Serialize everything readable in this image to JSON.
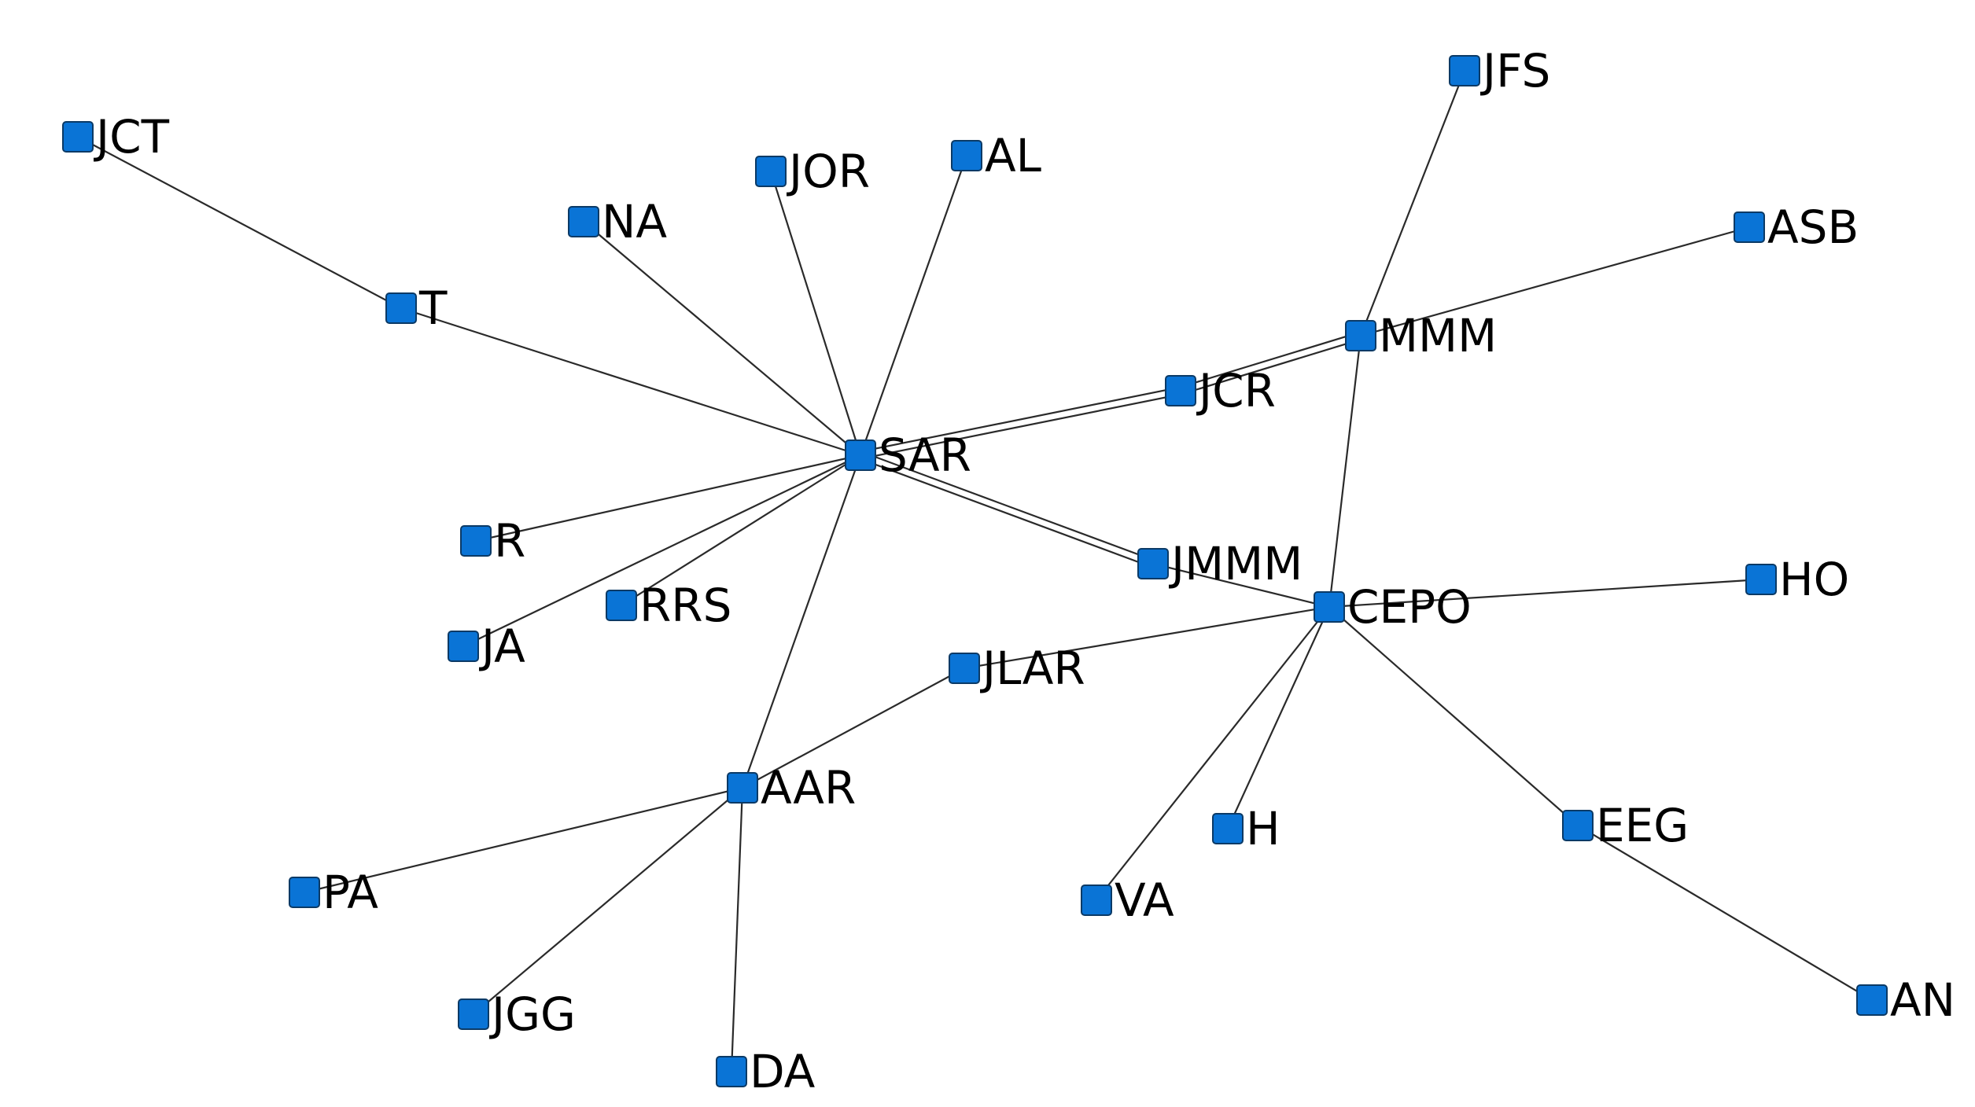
{
  "nodes": [
    {
      "id": "JCT",
      "label": "JCT"
    },
    {
      "id": "T",
      "label": "T"
    },
    {
      "id": "NA",
      "label": "NA"
    },
    {
      "id": "JOR",
      "label": "JOR"
    },
    {
      "id": "AL",
      "label": "AL"
    },
    {
      "id": "SAR",
      "label": "SAR"
    },
    {
      "id": "R",
      "label": "R"
    },
    {
      "id": "RRS",
      "label": "RRS"
    },
    {
      "id": "JA",
      "label": "JA"
    },
    {
      "id": "JFS",
      "label": "JFS"
    },
    {
      "id": "ASB",
      "label": "ASB"
    },
    {
      "id": "MMM",
      "label": "MMM"
    },
    {
      "id": "JCR",
      "label": "JCR"
    },
    {
      "id": "JMMM",
      "label": "JMMM"
    },
    {
      "id": "CEPO",
      "label": "CEPO"
    },
    {
      "id": "HO",
      "label": "HO"
    },
    {
      "id": "JLAR",
      "label": "JLAR"
    },
    {
      "id": "AAR",
      "label": "AAR"
    },
    {
      "id": "PA",
      "label": "PA"
    },
    {
      "id": "JGG",
      "label": "JGG"
    },
    {
      "id": "DA",
      "label": "DA"
    },
    {
      "id": "H",
      "label": "H"
    },
    {
      "id": "VA",
      "label": "VA"
    },
    {
      "id": "EEG",
      "label": "EEG"
    },
    {
      "id": "AN",
      "label": "AN"
    }
  ],
  "edges": [
    {
      "from": "JCT",
      "to": "T"
    },
    {
      "from": "T",
      "to": "SAR"
    },
    {
      "from": "NA",
      "to": "SAR"
    },
    {
      "from": "JOR",
      "to": "SAR"
    },
    {
      "from": "AL",
      "to": "SAR"
    },
    {
      "from": "R",
      "to": "SAR"
    },
    {
      "from": "RRS",
      "to": "SAR"
    },
    {
      "from": "JA",
      "to": "SAR"
    },
    {
      "from": "SAR",
      "to": "JCR"
    },
    {
      "from": "SAR",
      "to": "JCR"
    },
    {
      "from": "SAR",
      "to": "JMMM"
    },
    {
      "from": "SAR",
      "to": "JMMM"
    },
    {
      "from": "SAR",
      "to": "AAR"
    },
    {
      "from": "JCR",
      "to": "MMM"
    },
    {
      "from": "JCR",
      "to": "MMM"
    },
    {
      "from": "JFS",
      "to": "MMM"
    },
    {
      "from": "ASB",
      "to": "MMM"
    },
    {
      "from": "MMM",
      "to": "CEPO"
    },
    {
      "from": "JMMM",
      "to": "CEPO"
    },
    {
      "from": "CEPO",
      "to": "HO"
    },
    {
      "from": "CEPO",
      "to": "JLAR"
    },
    {
      "from": "CEPO",
      "to": "H"
    },
    {
      "from": "CEPO",
      "to": "VA"
    },
    {
      "from": "CEPO",
      "to": "EEG"
    },
    {
      "from": "EEG",
      "to": "AN"
    },
    {
      "from": "JLAR",
      "to": "AAR"
    },
    {
      "from": "AAR",
      "to": "PA"
    },
    {
      "from": "AAR",
      "to": "JGG"
    },
    {
      "from": "AAR",
      "to": "DA"
    }
  ],
  "colors": {
    "node_fill": "#0a74d6",
    "node_border": "#0b3a66",
    "edge": "#2a2a2a",
    "label": "#000000",
    "background": "#ffffff"
  }
}
